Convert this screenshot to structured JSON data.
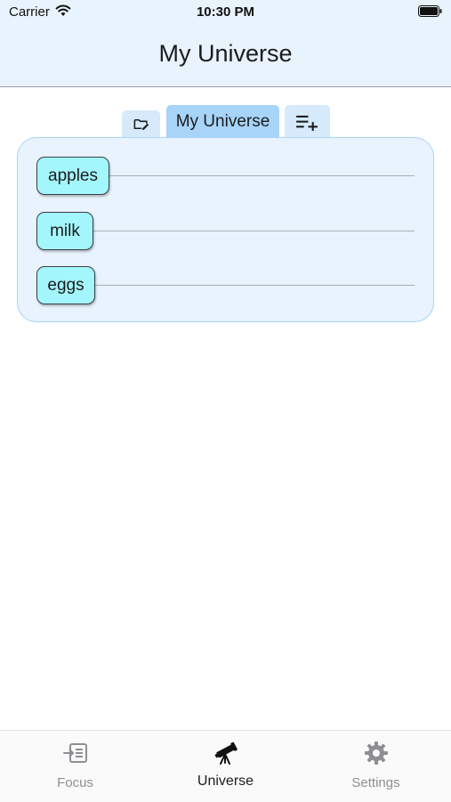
{
  "status_bar": {
    "carrier": "Carrier",
    "time": "10:30 PM",
    "icons": [
      "wifi-icon",
      "battery-icon"
    ]
  },
  "header": {
    "title": "My Universe"
  },
  "tabs": {
    "folder_icon": "folder-edit-icon",
    "active_label": "My Universe",
    "add_icon": "playlist-add-icon"
  },
  "universe": {
    "items": [
      {
        "label": "apples"
      },
      {
        "label": "milk"
      },
      {
        "label": "eggs"
      }
    ]
  },
  "tab_bar": {
    "items": [
      {
        "label": "Focus",
        "icon": "focus-list-icon",
        "selected": false
      },
      {
        "label": "Universe",
        "icon": "telescope-icon",
        "selected": true
      },
      {
        "label": "Settings",
        "icon": "gear-icon",
        "selected": false
      }
    ]
  },
  "colors": {
    "header_bg": "#e8f3fd",
    "tab_active": "#a7d4f8",
    "tab_inactive": "#d6eafc",
    "chip_bg": "#a3f6fb",
    "inactive_tab_text": "#8e8e93"
  }
}
